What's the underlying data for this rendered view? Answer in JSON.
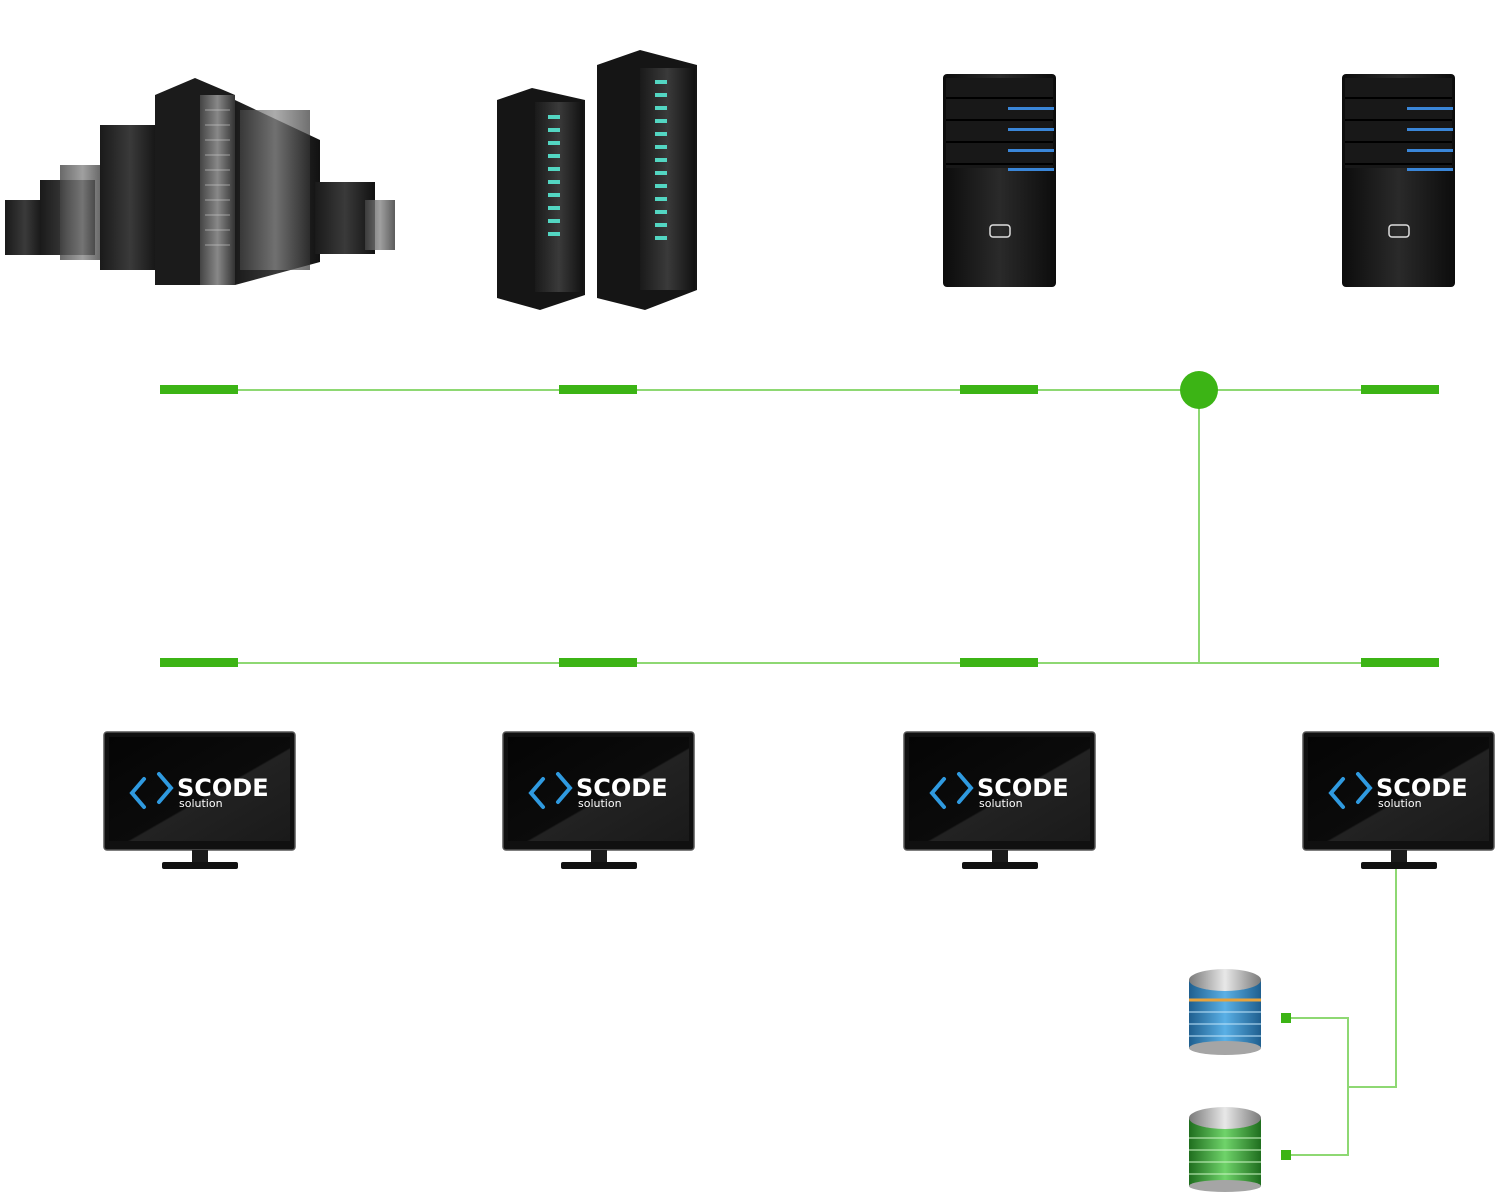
{
  "diagram": {
    "accent_color": "#3cb415",
    "line_color": "#8ed873",
    "servers": [
      {
        "kind": "server-farm",
        "icon": "server-farm-icon"
      },
      {
        "kind": "rack-pair",
        "icon": "server-rack-icon"
      },
      {
        "kind": "tower",
        "icon": "tower-server-icon"
      },
      {
        "kind": "tower",
        "icon": "tower-server-icon"
      }
    ],
    "monitors": [
      {
        "brand": "SCODE",
        "sub": "solution",
        "icon": "monitor-icon"
      },
      {
        "brand": "SCODE",
        "sub": "solution",
        "icon": "monitor-icon"
      },
      {
        "brand": "SCODE",
        "sub": "solution",
        "icon": "monitor-icon"
      },
      {
        "brand": "SCODE",
        "sub": "solution",
        "icon": "monitor-icon"
      }
    ],
    "storage": [
      {
        "kind": "database",
        "color": "#3a8fc8",
        "icon": "database-icon"
      },
      {
        "kind": "database",
        "color": "#3fae3b",
        "icon": "database-icon"
      }
    ]
  }
}
